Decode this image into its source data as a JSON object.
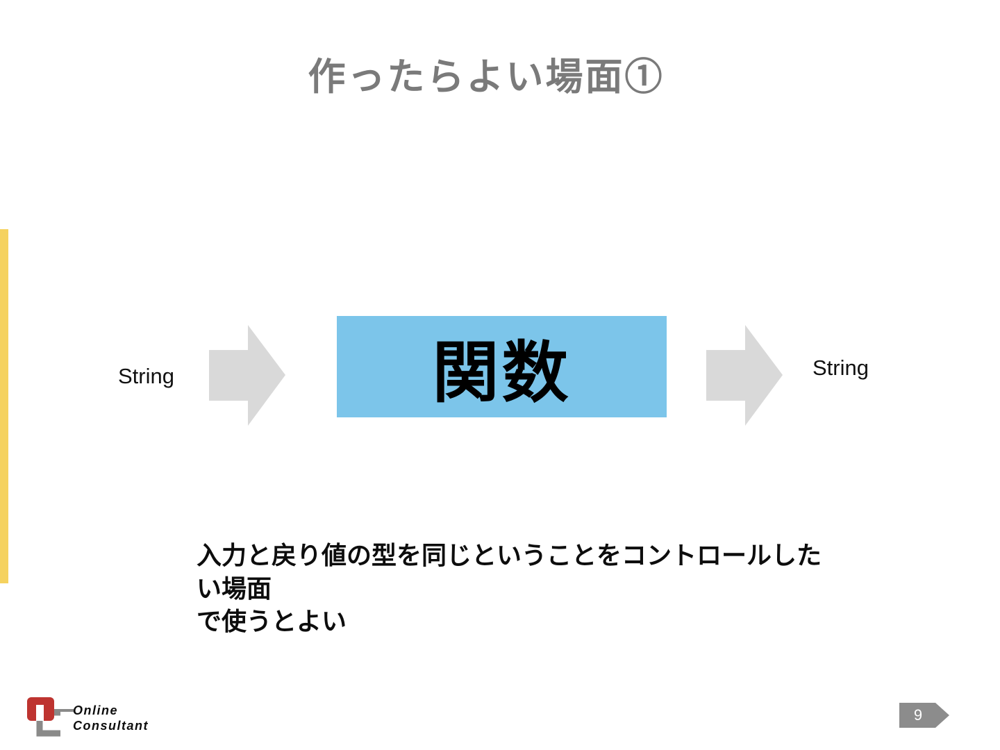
{
  "slide": {
    "title": "作ったらよい場面①",
    "page_number": "9"
  },
  "diagram": {
    "input_label": "String",
    "function_label": "関数",
    "output_label": "String"
  },
  "note": {
    "text": "入力と戻り値の型を同じということをコントロールしたい場面\nで使うとよい"
  },
  "logo": {
    "name_line1": "Online",
    "name_line2": "Consultant"
  },
  "colors": {
    "accent_yellow": "#f5d25f",
    "box_blue": "#7cc5ea",
    "arrow_gray": "#d9d9d9",
    "title_gray": "#7a7a7a",
    "page_marker_gray": "#8c8c8c",
    "logo_red": "#be3430",
    "logo_gray": "#8a8a89",
    "text_black": "#0d0d0d"
  }
}
